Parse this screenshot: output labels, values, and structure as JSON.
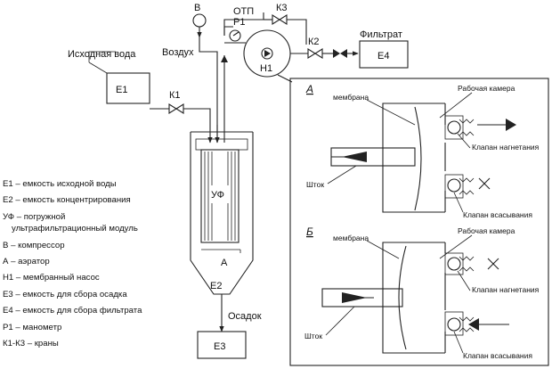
{
  "labels": {
    "v": "В",
    "otp": "ОТП",
    "k3": "К3",
    "p1": "Р1",
    "k2": "К2",
    "filtrat": "Фильтрат",
    "e4": "Е4",
    "h1": "Н1",
    "ishodnaya_voda": "Исходная вода",
    "vozduh": "Воздух",
    "e1": "Е1",
    "k1": "К1",
    "uf": "УФ",
    "a": "А",
    "e2": "Е2",
    "osadok": "Осадок",
    "e3": "Е3"
  },
  "inset": {
    "view_a": "А",
    "view_b": "Б",
    "a_membrane": "мембрана",
    "a_chamber": "Рабочая камера",
    "a_discharge": "Клапан нагнетания",
    "a_rod": "Шток",
    "a_suction": "Клапан всасывания",
    "b_membrane": "мембрана",
    "b_chamber": "Рабочая камера",
    "b_discharge": "Клапан нагнетания",
    "b_rod": "Шток",
    "b_suction": "Клапан всасывания"
  },
  "legend": [
    "Е1 – емкость исходной воды",
    "Е2 – емкость концентрирования",
    "УФ – погружной",
    "ультрафильтрационный модуль",
    "В – компрессор",
    "А – аэратор",
    "Н1 – мембранный насос",
    "Е3 – емкость для сбора осадка",
    "Е4 – емкость для сбора фильтрата",
    "Р1 – манометр",
    "К1-К3 – краны"
  ],
  "colors": {
    "line": "#222222",
    "fill_gray": "#c8c8c8",
    "light_gray": "#e2e2e2"
  }
}
